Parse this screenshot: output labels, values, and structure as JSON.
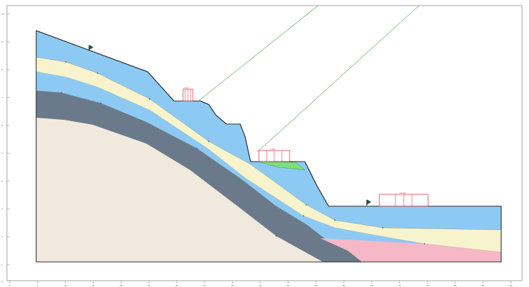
{
  "colors": {
    "background": "#ffffff",
    "frame": "#6b6b6b",
    "layer_blue": "#8ccaf4",
    "layer_cream": "#f7f4cd",
    "layer_slate": "#6b7a8b",
    "layer_bedrock": "#f1e9dd",
    "layer_pink": "#f6b7c6",
    "layer_teal": "#b6d9df",
    "layer_green": "#7be07b",
    "load_red": "#e23b45",
    "slip_line": "#7dbb7d",
    "outline": "#2b2b2b",
    "marker": "#2f4f4f"
  },
  "axis": {
    "left_ticks": [
      "10",
      "9",
      "8",
      "7",
      "6",
      "5",
      "4",
      "3",
      "2",
      "1",
      "0"
    ],
    "bottom_ticks": [
      "0",
      "5",
      "10",
      "15",
      "20",
      "25",
      "30",
      "35",
      "40",
      "45",
      "50",
      "55",
      "60",
      "65",
      "70",
      "75",
      "80",
      "85",
      "90"
    ]
  },
  "loads": [
    {
      "label": "1.00"
    },
    {
      "label": "1.00"
    },
    {
      "label": "10.00"
    }
  ],
  "icons": {
    "water_marker_1": "water-table-marker-icon",
    "water_marker_2": "water-table-marker-icon"
  }
}
